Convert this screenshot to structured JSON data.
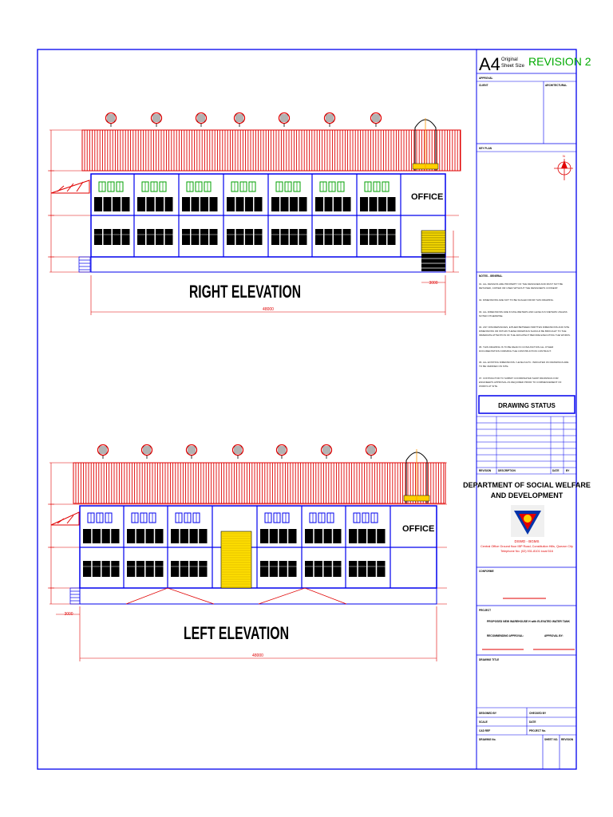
{
  "title_block": {
    "sheet_size": "A4",
    "sheet_size_note_1": "Original",
    "sheet_size_note_2": "Sheet Size",
    "revision": "REVISION 2",
    "approval_label": "APPROVAL",
    "client_label": "CLIENT",
    "architectural_label": "ARCHITECTURAL",
    "key_plan_label": "KEY PLAN",
    "north_label": "N",
    "notes_heading": "NOTES - GENERAL",
    "notes": [
      "01. ALL DESIGNS ARE PROPERTY OF THE DESIGNER AND MUST NOT BE",
      "RETAINED, COPIED OR USED WITHOUT THE DESIGNER'S CONSENT.",
      "02. DIMENSIONS ARE NOT TO BE SCALED FROM THIS DRAWING.",
      "03. ALL DIMENSIONS ARE IN MILLIMETERS AND LEVELS IN METERS UNLESS",
      "NOTED OTHERWISE.",
      "04. ANY DISCREPANCIES, EITHER BETWEEN WRITTEN DIMENSIONS AND SITE",
      "DIMENSIONS OR WITHIN THESE DRAWINGS SHOULD BE BROUGHT TO THE",
      "IMMEDIATE ATTENTION OF THE ARCHITECT BEFORE EXECUTING THE WORKS.",
      "05. THIS DRAWING IS TO BE READ IN CONJUNCTION ALL OTHER",
      "DOCUMENTATION FORMING THE CONSTRUCTION CONTRACT.",
      "06. ALL EXISTING DIMENSIONS / LEVELS ETC. INDICATED ON DRAWINGS ARE",
      "TO BE VERIFIED ON SITE.",
      "07. CONTRACTOR TO SUBMIT COORDINATED SHOP DRAWINGS FOR",
      "ENGINEER'S APPROVAL AS REQUIRED PRIOR TO COMMENCEMENT OF",
      "WORKS AT SITE."
    ],
    "drawing_status": "DRAWING STATUS",
    "status_col_revision": "REVISION",
    "status_col_description": "DESCRIPTION",
    "status_col_date": "DATE",
    "status_col_by": "BY",
    "department_line1": "DEPARTMENT OF SOCIAL WELFARE",
    "department_line2": "AND DEVELOPMENT",
    "office_code": "DSWD - BGMS",
    "address_line1": "Central Office Ground floor IBP Road, Constitution Hills, Quezon City",
    "address_line2": "Telephone No. (02) 931-8101 local 516",
    "conforme_label": "CONFORME",
    "project_label": "PROJECT",
    "project_name": "PROPOSED NEW WAREHOUSE H with ELEVATED WATER TANK",
    "recommending_label": "RECOMMENDING APPROVAL:",
    "approval_by_label": "APPROVAL BY:",
    "drawing_title_label": "DRAWING TITLE",
    "designed_by_label": "DESIGNED BY",
    "checked_by_label": "CHECKED BY",
    "scale_label": "SCALE",
    "date_label": "DATE",
    "cad_ref_label": "CAD REF",
    "project_no_label": "PROJECT No.",
    "drawing_no_label": "DRAWING No.",
    "sheet_no_label": "SHEET NO.",
    "revision_label": "REVISION"
  },
  "right_elevation": {
    "title": "RIGHT ELEVATION",
    "office_label": "OFFICE",
    "overall_dimension": "48000",
    "side_dimension": "3000"
  },
  "left_elevation": {
    "title": "LEFT ELEVATION",
    "office_label": "OFFICE",
    "overall_dimension": "48000",
    "side_dimension": "3000"
  },
  "colors": {
    "border": "#0000ee",
    "roof": "#e00000",
    "frame": "#0000ee",
    "window": "#000000",
    "vent_green": "#00a000",
    "door": "#ffe000",
    "gray": "#808080"
  }
}
